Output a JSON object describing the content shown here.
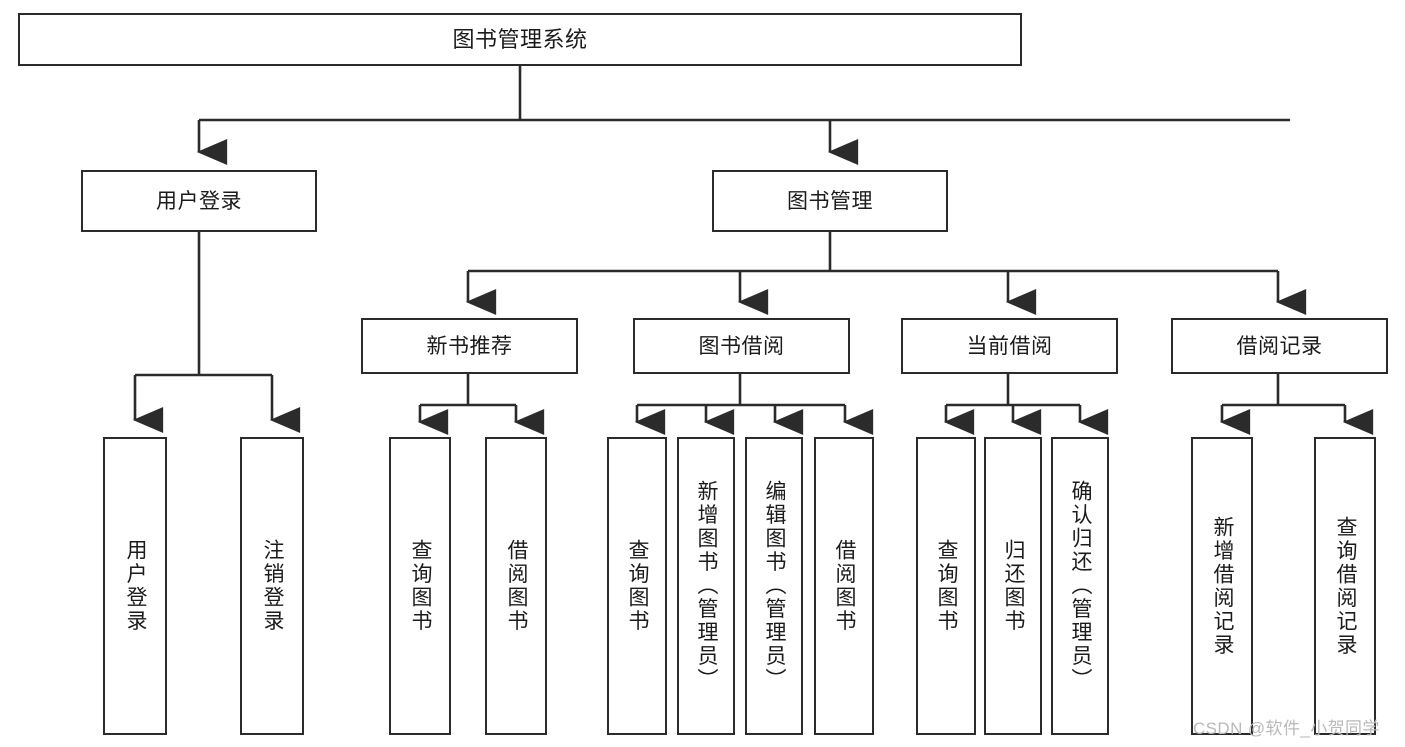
{
  "diagram": {
    "title": "图书管理系统",
    "type": "hierarchy-tree",
    "stroke_color": "#2b2b2b",
    "box_fill": "#ffffff",
    "background": "#ffffff"
  },
  "watermark": {
    "text": "CSDN @软件_小贺同学",
    "color": "#b9b9b9"
  },
  "nodes": {
    "root": {
      "label": "图书管理系统"
    },
    "level2": [
      {
        "label": "用户登录"
      },
      {
        "label": "图书管理"
      }
    ],
    "level3": [
      {
        "label": "新书推荐"
      },
      {
        "label": "图书借阅"
      },
      {
        "label": "当前借阅"
      },
      {
        "label": "借阅记录"
      }
    ],
    "leaves": {
      "user_login": [
        {
          "label": "用户登录"
        },
        {
          "label": "注销登录"
        }
      ],
      "new_book_recommend": [
        {
          "label": "查询图书"
        },
        {
          "label": "借阅图书"
        }
      ],
      "book_borrow": [
        {
          "label": "查询图书"
        },
        {
          "label": "新增图书（管理员）"
        },
        {
          "label": "编辑图书（管理员）"
        },
        {
          "label": "借阅图书"
        }
      ],
      "current_borrow": [
        {
          "label": "查询图书"
        },
        {
          "label": "归还图书"
        },
        {
          "label": "确认归还（管理员）"
        }
      ],
      "borrow_records": [
        {
          "label": "新增借阅记录"
        },
        {
          "label": "查询借阅记录"
        }
      ]
    }
  }
}
